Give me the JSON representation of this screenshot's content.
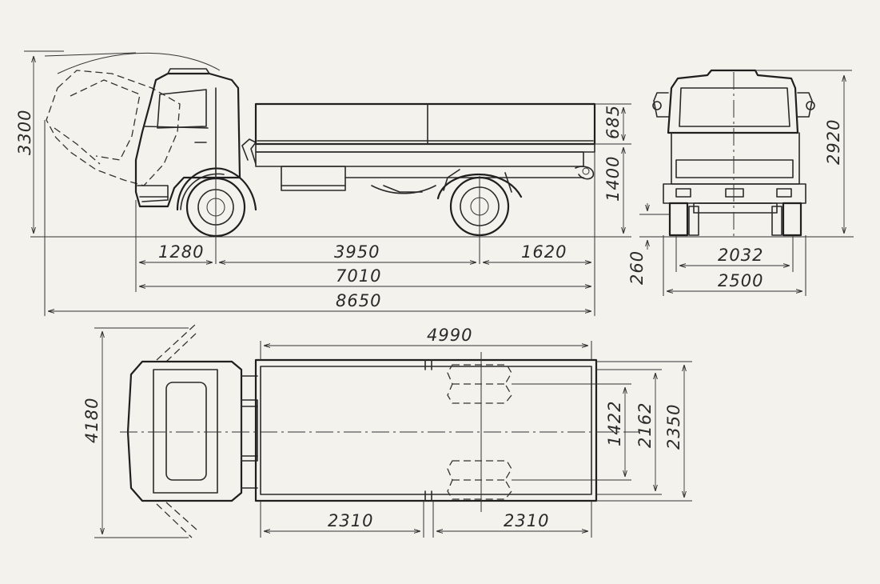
{
  "dimensions": {
    "side": {
      "overall_height": "3300",
      "front_overhang": "1280",
      "wheelbase": "3950",
      "rear_overhang": "1620",
      "chassis_length": "7010",
      "overall_length": "8650",
      "side_height": "685",
      "platform_height": "1400"
    },
    "front": {
      "height": "2920",
      "ground_clearance": "260",
      "front_track": "2032",
      "overall_width": "2500"
    },
    "top": {
      "cab_tilt_length": "4180",
      "body_length": "4990",
      "rear_track": "1422",
      "body_inner_width": "2162",
      "body_outer_width": "2350",
      "left_half": "2310",
      "right_half": "2310"
    }
  }
}
